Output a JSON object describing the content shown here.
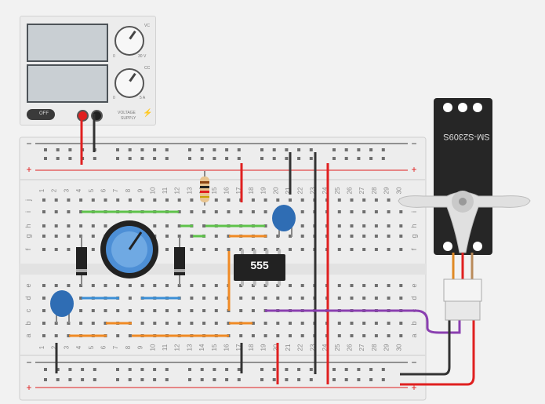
{
  "power_supply": {
    "off_label": "OFF",
    "v_label": "VC",
    "c_label": "CC",
    "v_max": "30 V",
    "c_max": "5 A",
    "zero": "0",
    "brand_line1": "VOLTAGE",
    "brand_line2": "SUPPLY"
  },
  "ic": {
    "label": "555"
  },
  "servo": {
    "label": "SM-S2309S"
  },
  "breadboard": {
    "column_numbers": [
      "1",
      "2",
      "3",
      "4",
      "5",
      "6",
      "7",
      "8",
      "9",
      "10",
      "11",
      "12",
      "13",
      "14",
      "15",
      "16",
      "17",
      "18",
      "19",
      "20",
      "21",
      "22",
      "23",
      "24",
      "25",
      "26",
      "27",
      "28",
      "29",
      "30"
    ],
    "row_letters_top": [
      "j",
      "i",
      "h",
      "g",
      "f"
    ],
    "row_letters_bottom": [
      "e",
      "d",
      "c",
      "b",
      "a"
    ],
    "rail_minus": "−",
    "rail_plus": "+"
  },
  "colors": {
    "board": "#ededed",
    "wire_red": "#e02020",
    "wire_black": "#333333",
    "wire_green": "#5ec24a",
    "wire_orange": "#f08a24",
    "wire_blue": "#3b8fd6",
    "wire_purple": "#8a3fb0",
    "capacitor": "#2f6db4",
    "pot": "#4d8fd6"
  }
}
